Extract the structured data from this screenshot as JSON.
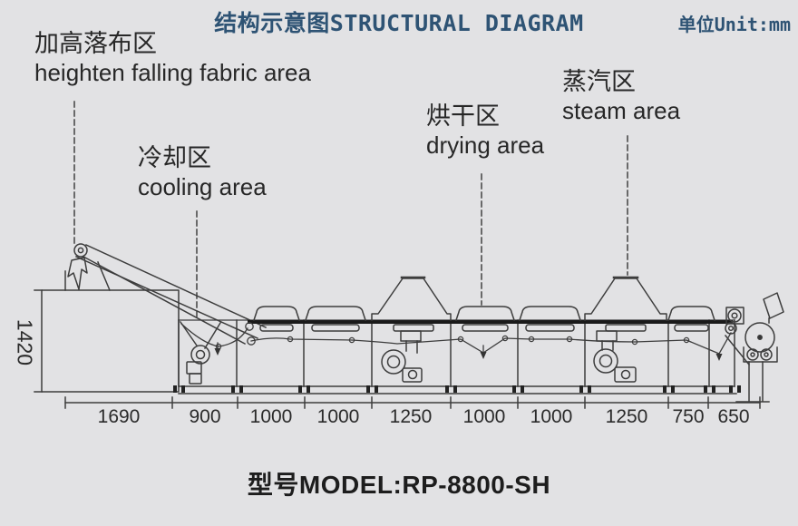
{
  "header": {
    "title": "结构示意图STRUCTURAL DIAGRAM",
    "unit": "单位Unit:mm"
  },
  "areas": {
    "falling_zh": "加高落布区",
    "falling_en": "heighten falling fabric area",
    "cooling_zh": "冷却区",
    "cooling_en": "cooling area",
    "drying_zh": "烘干区",
    "drying_en": "drying area",
    "steam_zh": "蒸汽区",
    "steam_en": "steam area"
  },
  "dims": {
    "height": "1420",
    "bottom": [
      "1690",
      "900",
      "1000",
      "1000",
      "1250",
      "1000",
      "1000",
      "1250",
      "750",
      "650"
    ]
  },
  "model": {
    "label": "型号MODEL:RP-8800-SH"
  },
  "colors": {
    "accent_blue": "#2e5374",
    "text_dark": "#272727",
    "line": "#3d3d3d",
    "belt_black": "#1a1a1a",
    "background": "#e2e2e4"
  }
}
